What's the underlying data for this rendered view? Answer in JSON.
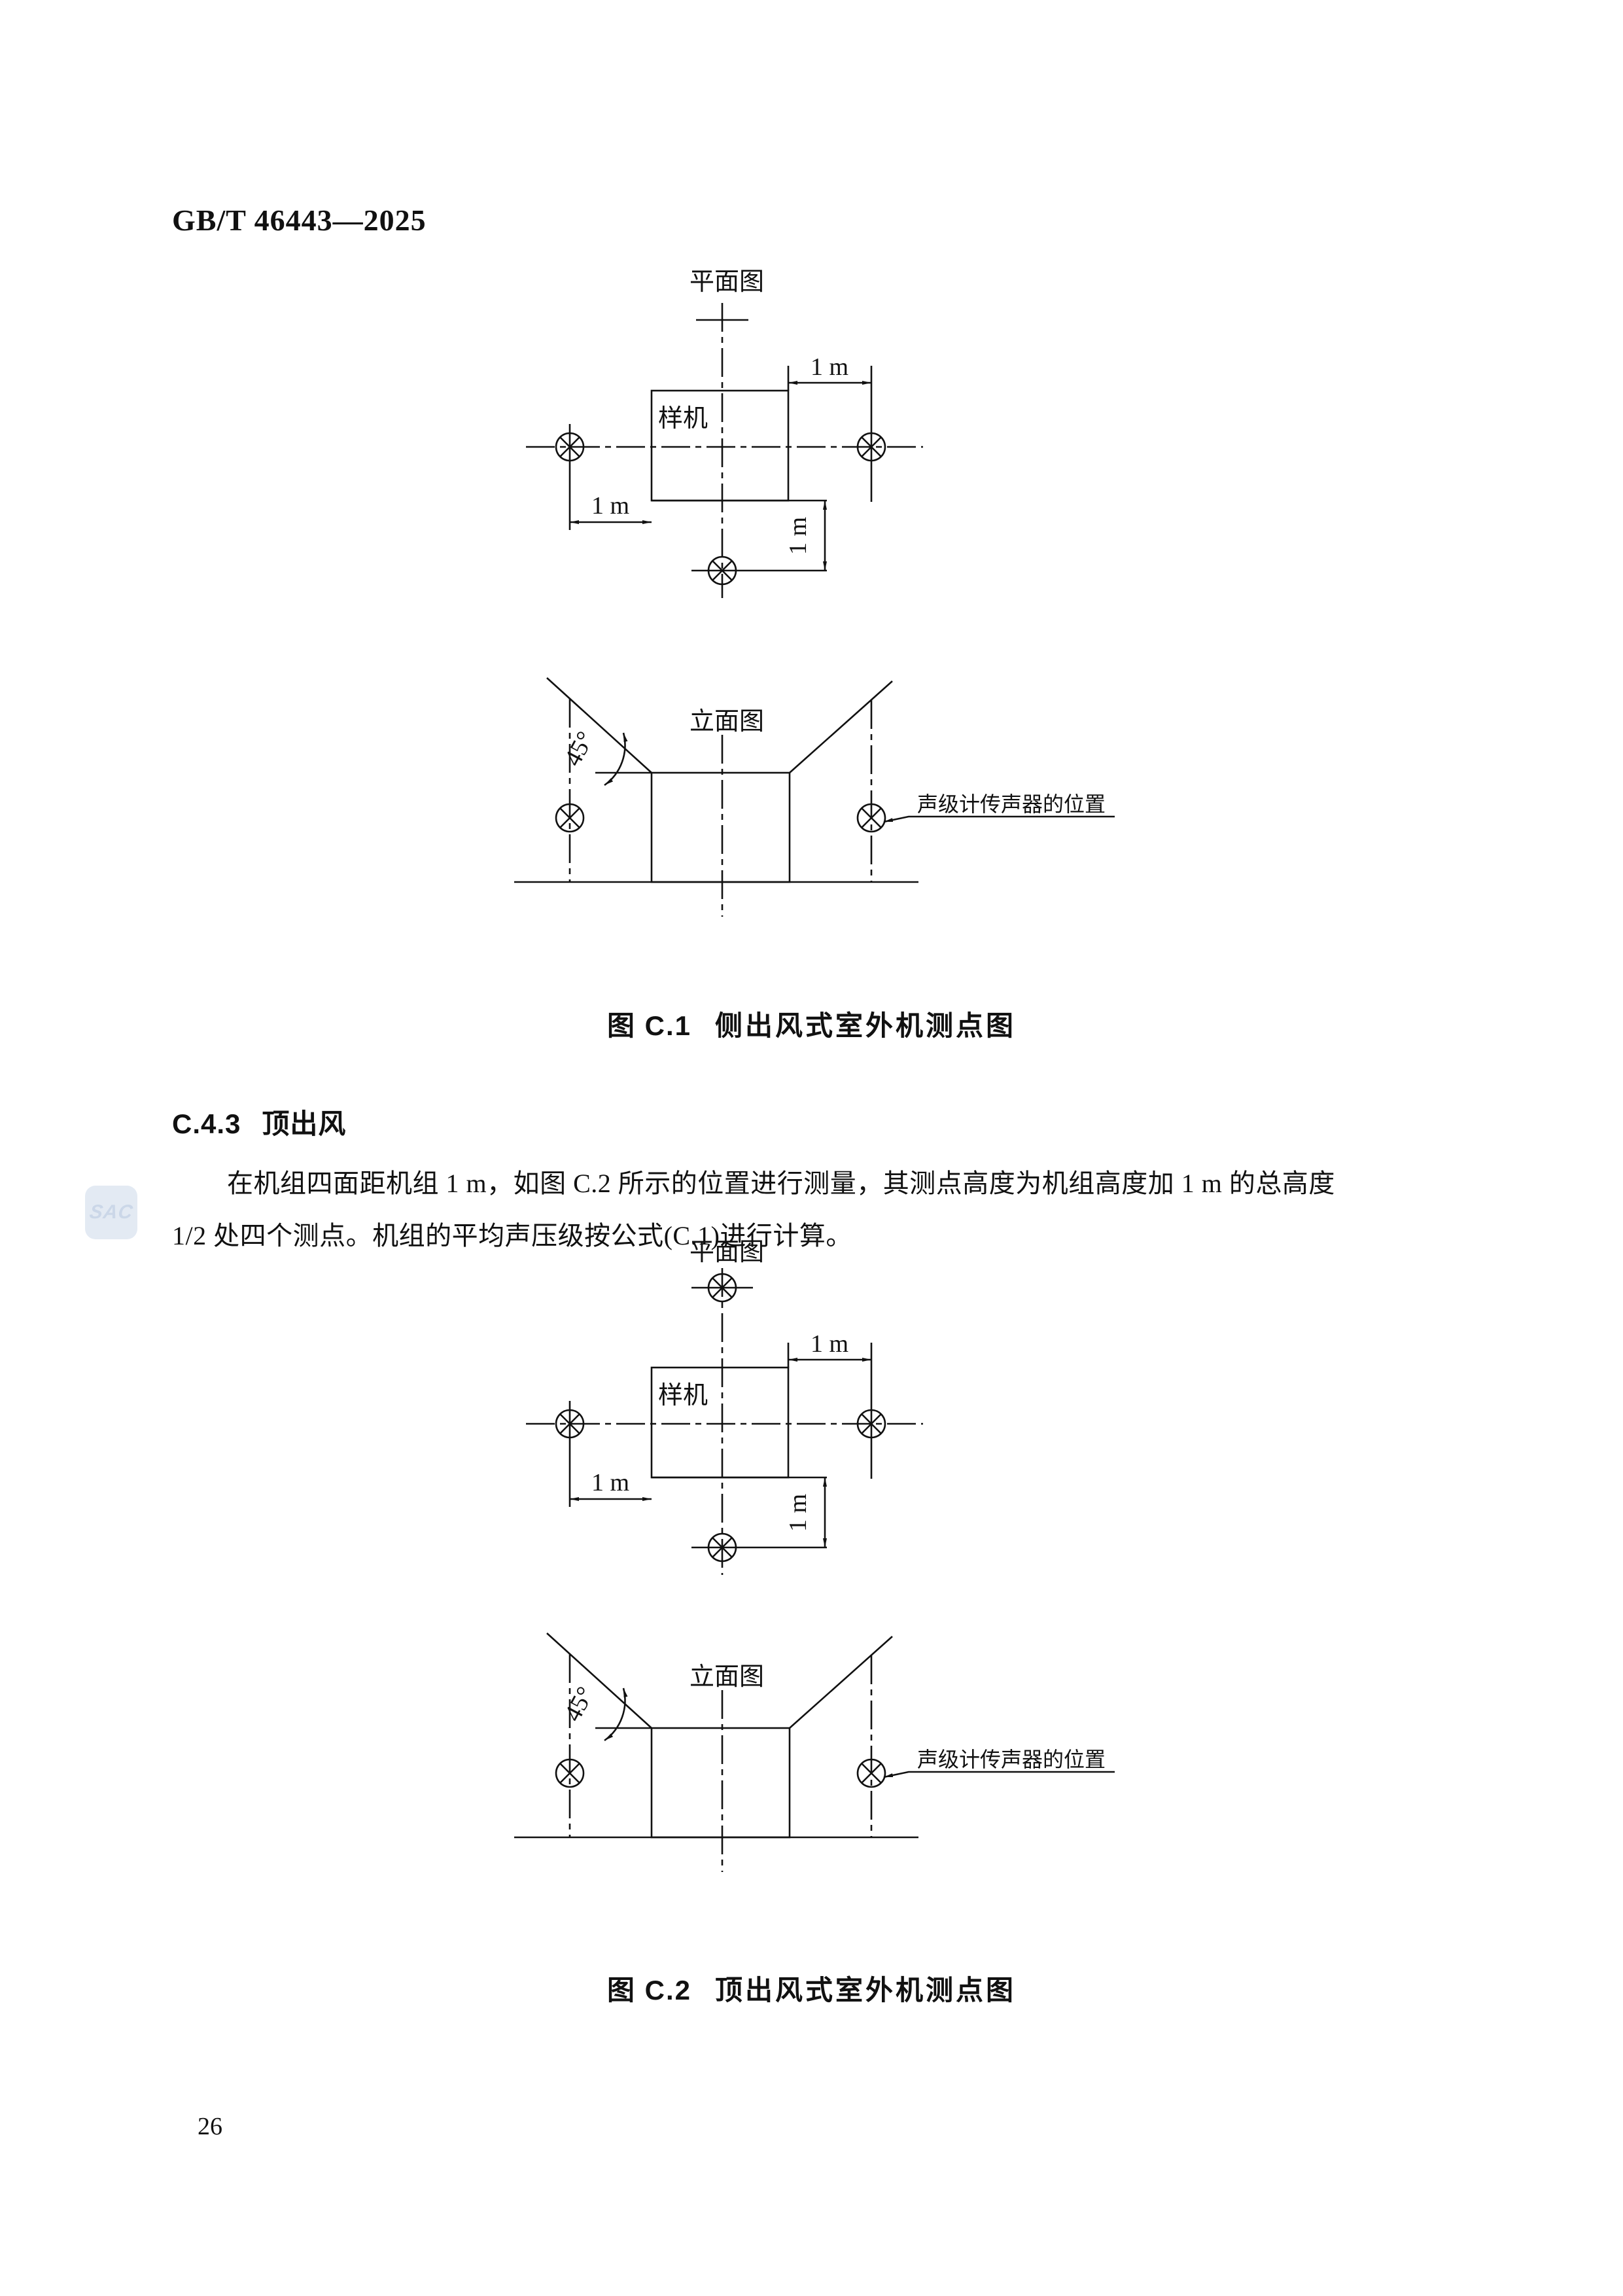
{
  "page": {
    "doc_number": "GB/T 46443—2025",
    "page_number": "26",
    "watermark": "SAC"
  },
  "section": {
    "number": "C.4.3",
    "title": "顶出风",
    "para_line1": "在机组四面距机组 1 m，如图 C.2 所示的位置进行测量，其测点高度为机组高度加 1 m 的总高度",
    "para_line2": "1/2 处四个测点。机组的平均声压级按公式(C.1)进行计算。"
  },
  "figure_c1": {
    "plan": {
      "title": "平面图",
      "unit_label": "样机",
      "dim_right": "1 m",
      "dim_left": "1 m",
      "dim_bottom": "1 m"
    },
    "elevation": {
      "title": "立面图",
      "angle": "45°",
      "mic_label": "声级计传声器的位置"
    },
    "caption_label": "图 C.1",
    "caption_text": "侧出风式室外机测点图"
  },
  "figure_c2": {
    "plan": {
      "title": "平面图",
      "unit_label": "样机",
      "dim_right": "1 m",
      "dim_left": "1 m",
      "dim_bottom": "1 m"
    },
    "elevation": {
      "title": "立面图",
      "angle": "45°",
      "mic_label": "声级计传声器的位置"
    },
    "caption_label": "图 C.2",
    "caption_text": "顶出风式室外机测点图"
  }
}
